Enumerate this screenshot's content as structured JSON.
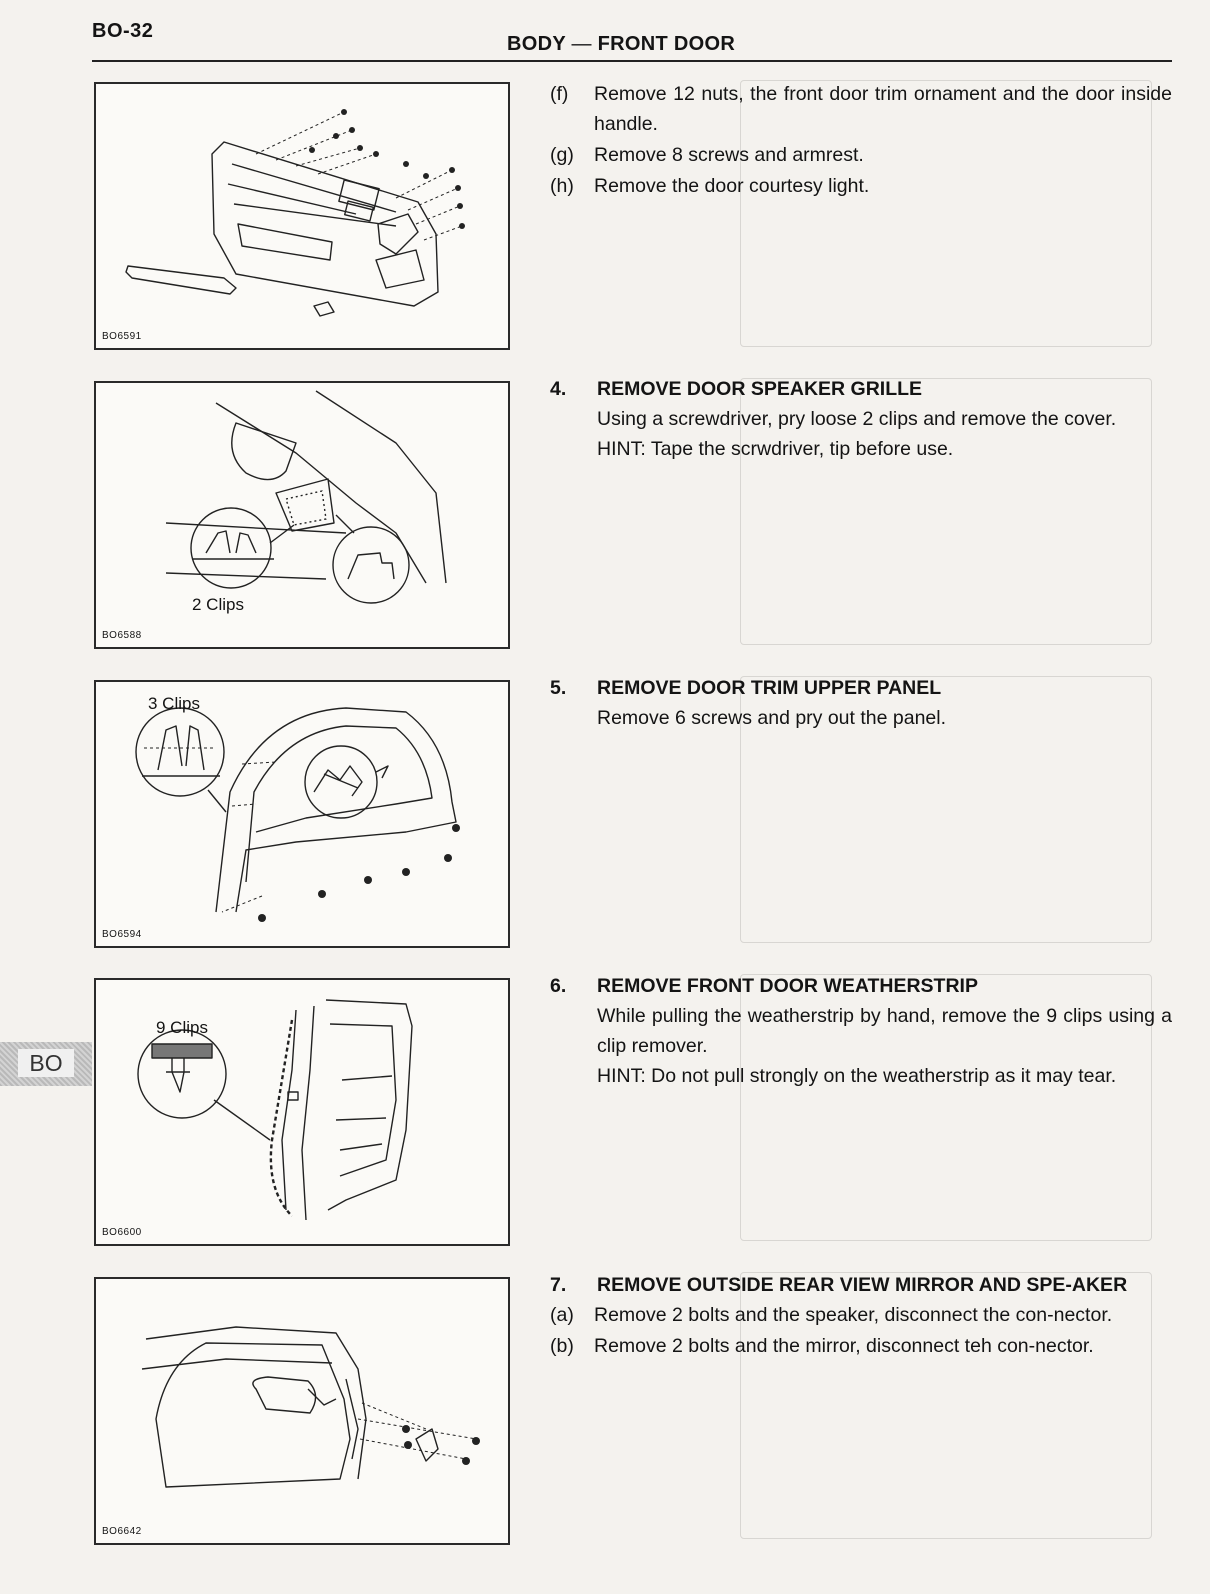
{
  "header": {
    "page_number": "BO-32",
    "section": "BODY",
    "separator": "—",
    "subsection": "FRONT DOOR"
  },
  "figures": [
    {
      "code": "BO6591",
      "labels": []
    },
    {
      "code": "BO6588",
      "labels": [
        "2 Clips"
      ]
    },
    {
      "code": "BO6594",
      "labels": [
        "3 Clips"
      ]
    },
    {
      "code": "BO6600",
      "labels": [
        "9 Clips"
      ]
    },
    {
      "code": "BO6642",
      "labels": []
    }
  ],
  "substeps_top": [
    {
      "label": "(f)",
      "text": "Remove 12 nuts, the front door trim ornament and the door inside handle."
    },
    {
      "label": "(g)",
      "text": "Remove 8 screws and armrest."
    },
    {
      "label": "(h)",
      "text": "Remove the door courtesy light."
    }
  ],
  "steps": [
    {
      "number": "4.",
      "title": "REMOVE DOOR SPEAKER GRILLE",
      "paragraphs": [
        "Using a screwdriver, pry loose 2 clips and remove the cover.",
        "HINT: Tape the scrwdriver, tip before use."
      ]
    },
    {
      "number": "5.",
      "title": "REMOVE DOOR TRIM UPPER PANEL",
      "paragraphs": [
        "Remove 6 screws and pry out the panel."
      ]
    },
    {
      "number": "6.",
      "title": "REMOVE FRONT DOOR WEATHERSTRIP",
      "paragraphs": [
        "While pulling the weatherstrip by hand, remove the 9 clips using a clip remover.",
        "HINT: Do not pull strongly on the weatherstrip as it may tear."
      ]
    },
    {
      "number": "7.",
      "title": "REMOVE OUTSIDE REAR VIEW MIRROR AND SPE-AKER",
      "substeps": [
        {
          "label": "(a)",
          "text": "Remove 2 bolts and the speaker, disconnect the con-nector."
        },
        {
          "label": "(b)",
          "text": "Remove 2 bolts and the mirror, disconnect teh con-nector."
        }
      ]
    }
  ],
  "side_tab": "BO"
}
